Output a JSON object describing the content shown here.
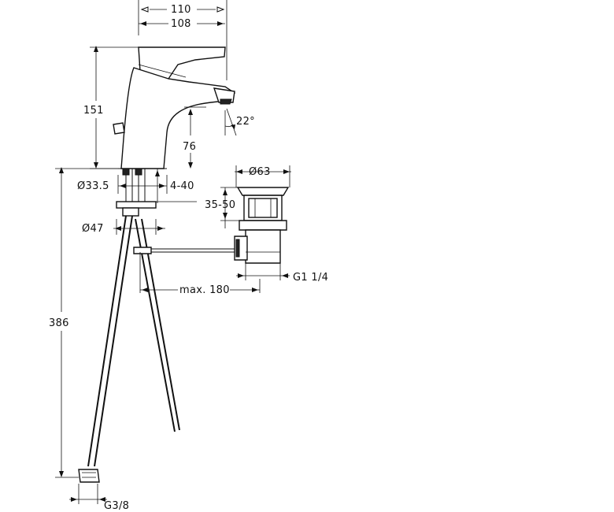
{
  "dimensions": {
    "width_overall": "110",
    "width_inner": "108",
    "height_total": "151",
    "spout_height": "76",
    "spout_angle": "22°",
    "hole_diameter": "Ø33.5",
    "deck_thickness": "4-40",
    "flange_diameter": "Ø47",
    "hose_length": "386",
    "hose_thread": "G3/8",
    "waste_diameter": "Ø63",
    "waste_range": "35-50",
    "waste_thread": "G1 1/4",
    "rod_length": "max. 180"
  }
}
